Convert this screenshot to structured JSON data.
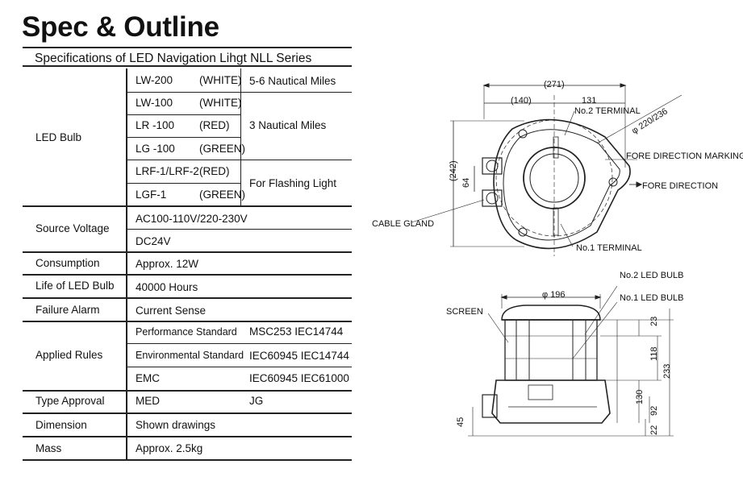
{
  "title": "Spec & Outline",
  "subtitle": "Specifications of LED Navigation Lihgt NLL Series",
  "spec": {
    "led_bulb": {
      "label": "LED Bulb",
      "models": [
        {
          "model": "LW-200",
          "color": "(WHITE)"
        },
        {
          "model": "LW-100",
          "color": "(WHITE)"
        },
        {
          "model": "LR -100",
          "color": "(RED)"
        },
        {
          "model": "LG -100",
          "color": "(GREEN)"
        },
        {
          "model": "LRF-1/LRF-2",
          "color": "(RED)"
        },
        {
          "model": "LGF-1",
          "color": "(GREEN)"
        }
      ],
      "ranges": [
        "5-6 Nautical Miles",
        "3  Nautical Miles",
        "For Flashing Light"
      ]
    },
    "source_voltage": {
      "label": "Source Voltage",
      "values": [
        "AC100-110V/220-230V",
        "DC24V"
      ]
    },
    "consumption": {
      "label": "Consumption",
      "value": "Approx. 12W"
    },
    "life": {
      "label": "Life  of LED Bulb",
      "value": "40000 Hours"
    },
    "failure_alarm": {
      "label": "Failure Alarm",
      "value": "Current Sense"
    },
    "applied_rules": {
      "label": "Applied Rules",
      "rows": [
        {
          "name": "Performance Standard",
          "value": "MSC253  IEC14744"
        },
        {
          "name": "Environmental Standard",
          "value": "IEC60945 IEC14744"
        },
        {
          "name": "EMC",
          "value": "IEC60945 IEC61000"
        }
      ]
    },
    "type_approval": {
      "label": "Type Approval",
      "values": [
        "MED",
        "JG"
      ]
    },
    "dimension": {
      "label": "Dimension",
      "value": "Shown drawings"
    },
    "mass": {
      "label": "Mass",
      "value": "Approx. 2.5kg"
    }
  },
  "top_view": {
    "dims": {
      "overall": "(271)",
      "left": "(140)",
      "right": "131",
      "height": "(242)",
      "inner": "64",
      "diameter": "φ 220/236"
    },
    "labels": {
      "no2_terminal": "No.2 TERMINAL",
      "fore_marking": "FORE DIRECTION MARKING",
      "fore_direction": "FORE DIRECTION",
      "cable_gland": "CABLE GLAND",
      "no1_terminal": "No.1 TERMINAL"
    }
  },
  "side_view": {
    "dims": {
      "diameter": "φ 196",
      "d23": "23",
      "d118": "118",
      "d233": "233",
      "d130": "130",
      "d92": "92",
      "d22": "22",
      "d45": "45"
    },
    "labels": {
      "no2_led": "No.2 LED BULB",
      "no1_led": "No.1 LED BULB",
      "screen": "SCREEN"
    }
  }
}
